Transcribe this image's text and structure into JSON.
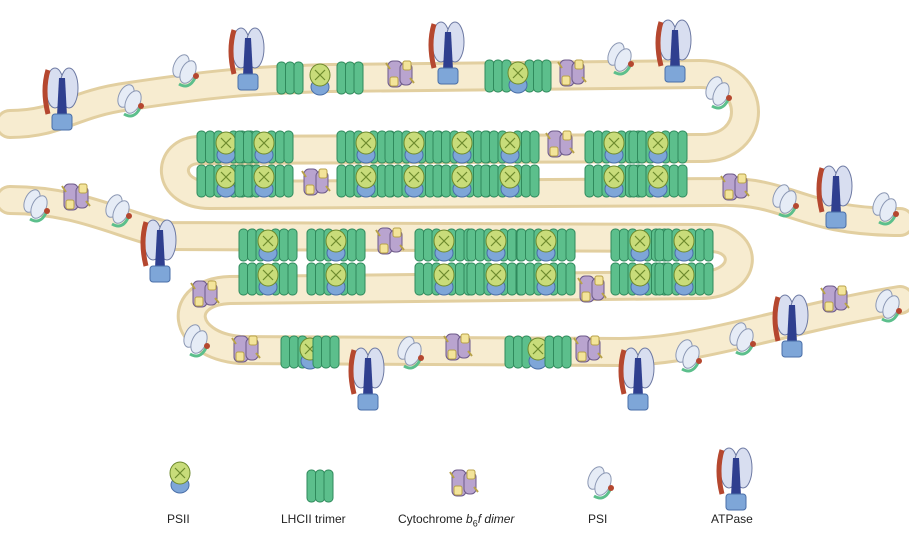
{
  "legend": {
    "psii": "PSII",
    "lhcii": "LHCII trimer",
    "cytb6f_prefix": "Cytochrome ",
    "cytb6f_b": "b",
    "cytb6f_sub": "6",
    "cytb6f_suffix": "f dimer",
    "psi": "PSI",
    "atpase": "ATPase"
  },
  "colors": {
    "membrane": "#f7ecd0",
    "membrane_edge": "#e2cfa0",
    "lhcii_green": "#5cbf8c",
    "psii_core": "#c8dc7a",
    "psii_blue": "#7ea6d8",
    "cyt_purple": "#b9a4cf",
    "cyt_yellow": "#f3e49a",
    "atp_red": "#b5472f",
    "atp_navy": "#2f3f8f",
    "atp_pale": "#d8def0",
    "psi_pale": "#e6ecf6"
  }
}
